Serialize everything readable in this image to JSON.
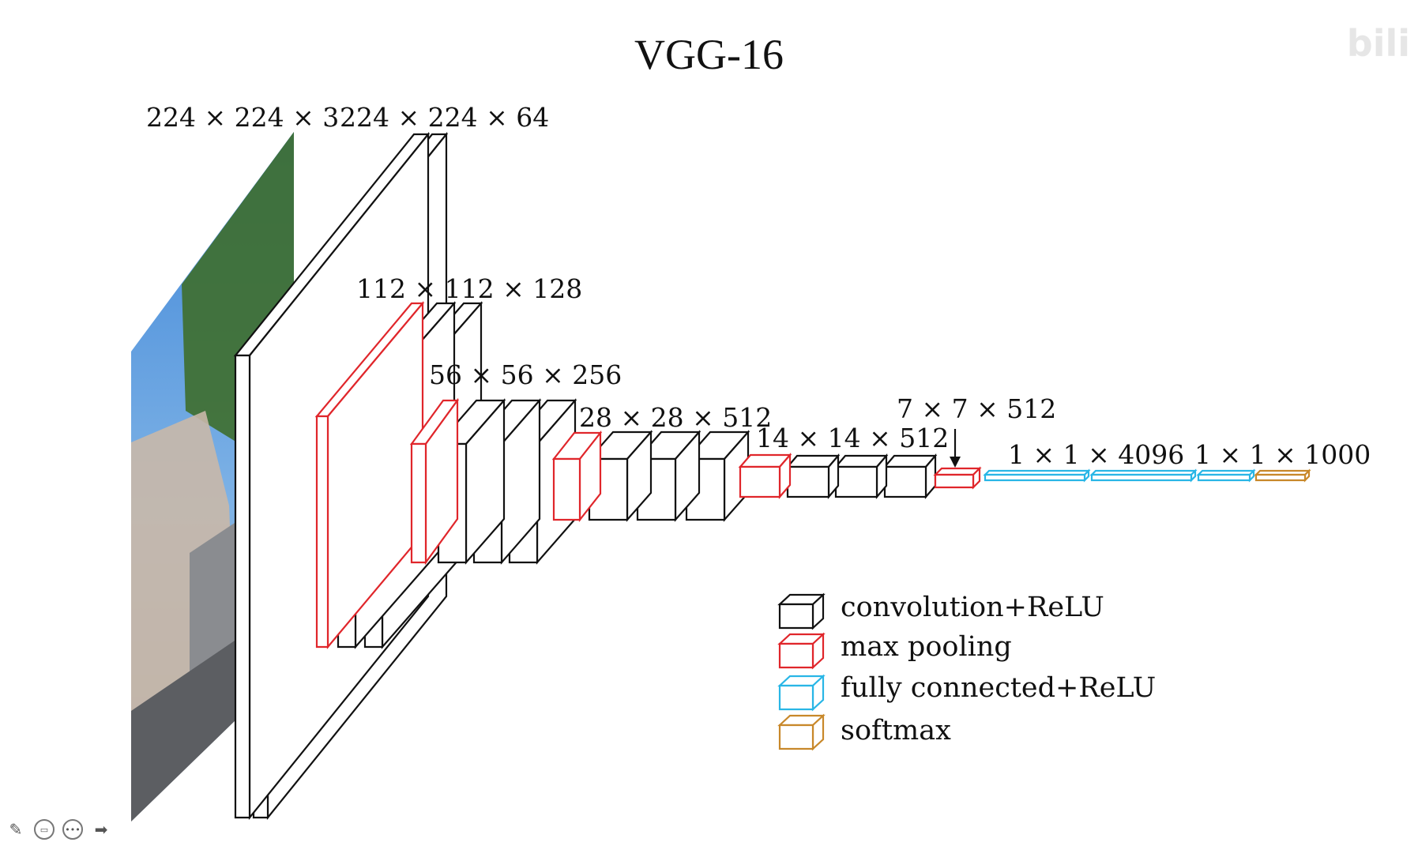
{
  "title": "VGG-16",
  "watermark": "bili",
  "dimension_labels": [
    "224 × 224 × 3",
    "224 × 224 × 64",
    "112 × 112 × 128",
    "56 × 56 × 256",
    "28 × 28 × 512",
    "14 × 14 × 512",
    "7 × 7 × 512",
    "1 × 1 × 4096",
    "1 × 1 × 1000"
  ],
  "legend": [
    {
      "label": "convolution+ReLU",
      "color": "#111111"
    },
    {
      "label": "max pooling",
      "color": "#e0262b"
    },
    {
      "label": "fully connected+ReLU",
      "color": "#29b6e6"
    },
    {
      "label": "softmax",
      "color": "#c8882a"
    }
  ],
  "layer_colors": {
    "conv": "#111111",
    "pool": "#e0262b",
    "fc": "#29b6e6",
    "softmax": "#c8882a"
  },
  "toolbar": [
    {
      "name": "pen-icon",
      "glyph": "✎"
    },
    {
      "name": "screen-icon",
      "glyph": "▭"
    },
    {
      "name": "more-icon",
      "glyph": "•••"
    },
    {
      "name": "next-arrow-icon",
      "glyph": "➡"
    }
  ]
}
